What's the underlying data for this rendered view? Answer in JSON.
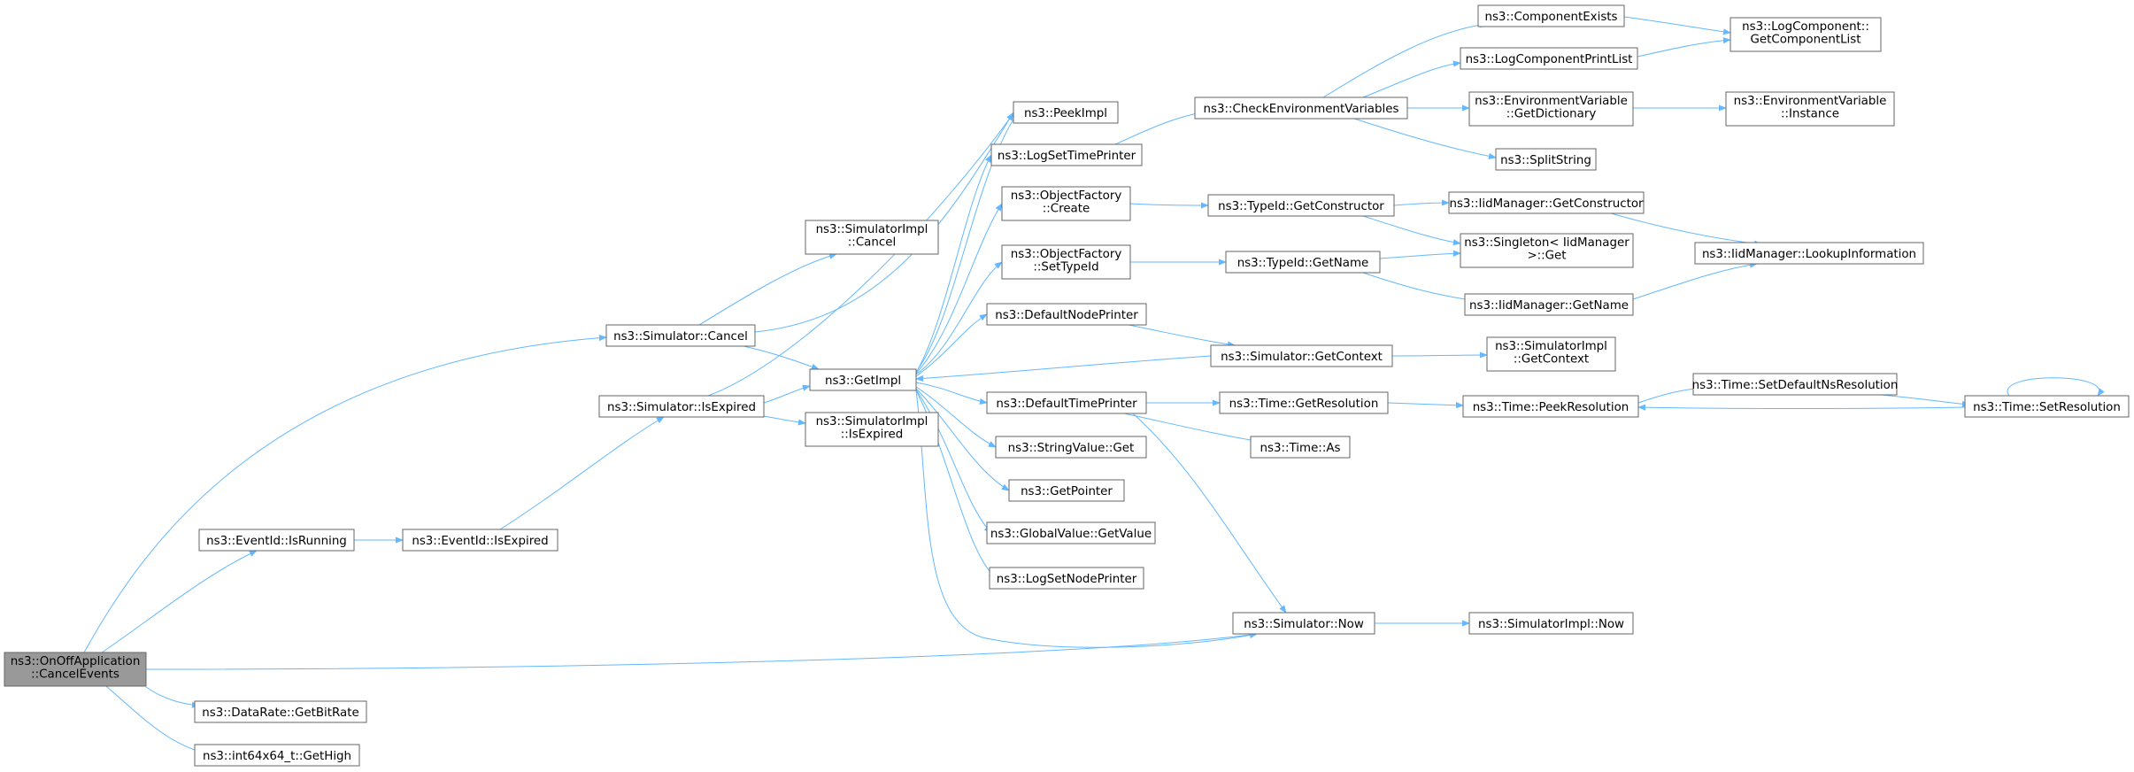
{
  "colors": {
    "node_fill": "#ffffff",
    "node_stroke": "#666666",
    "root_fill": "#999999",
    "root_stroke": "#666666",
    "edge": "#63b8ff"
  },
  "nodes": {
    "root": [
      "ns3::OnOffApplication",
      "::CancelEvents"
    ],
    "sim_cancel": [
      "ns3::Simulator::Cancel"
    ],
    "eventid_isrunning": [
      "ns3::EventId::IsRunning"
    ],
    "datarate_getbitrate": [
      "ns3::DataRate::GetBitRate"
    ],
    "int64x64_gethigh": [
      "ns3::int64x64_t::GetHigh"
    ],
    "sim_isexpired": [
      "ns3::Simulator::IsExpired"
    ],
    "eventid_isexpired": [
      "ns3::EventId::IsExpired"
    ],
    "simimpl_cancel": [
      "ns3::SimulatorImpl",
      "::Cancel"
    ],
    "getimpl": [
      "ns3::GetImpl"
    ],
    "simimpl_isexpired": [
      "ns3::SimulatorImpl",
      "::IsExpired"
    ],
    "peekimpl": [
      "ns3::PeekImpl"
    ],
    "logsettimeprinter": [
      "ns3::LogSetTimePrinter"
    ],
    "objfactory_create": [
      "ns3::ObjectFactory",
      "::Create"
    ],
    "objfactory_settypeid": [
      "ns3::ObjectFactory",
      "::SetTypeId"
    ],
    "defaultnodeprinter": [
      "ns3::DefaultNodePrinter"
    ],
    "defaulttimeprinter": [
      "ns3::DefaultTimePrinter"
    ],
    "stringvalue_get": [
      "ns3::StringValue::Get"
    ],
    "getpointer": [
      "ns3::GetPointer"
    ],
    "globalvalue_getvalue": [
      "ns3::GlobalValue::GetValue"
    ],
    "logsetnodeprinter": [
      "ns3::LogSetNodePrinter"
    ],
    "checkenv": [
      "ns3::CheckEnvironmentVariables"
    ],
    "typeid_getconstructor": [
      "ns3::TypeId::GetConstructor"
    ],
    "typeid_getname": [
      "ns3::TypeId::GetName"
    ],
    "sim_getcontext": [
      "ns3::Simulator::GetContext"
    ],
    "time_getresolution": [
      "ns3::Time::GetResolution"
    ],
    "time_as": [
      "ns3::Time::As"
    ],
    "sim_now": [
      "ns3::Simulator::Now"
    ],
    "componentexists": [
      "ns3::ComponentExists"
    ],
    "logcomponentprintlist": [
      "ns3::LogComponentPrintList"
    ],
    "envvar_getdict": [
      "ns3::EnvironmentVariable",
      "::GetDictionary"
    ],
    "splitstring": [
      "ns3::SplitString"
    ],
    "iidmgr_getconstructor": [
      "ns3::IidManager::GetConstructor"
    ],
    "singleton_get": [
      "ns3::Singleton< IidManager",
      ">::Get"
    ],
    "iidmgr_getname": [
      "ns3::IidManager::GetName"
    ],
    "simimpl_getcontext": [
      "ns3::SimulatorImpl",
      "::GetContext"
    ],
    "time_peekresolution": [
      "ns3::Time::PeekResolution"
    ],
    "simimpl_now": [
      "ns3::SimulatorImpl::Now"
    ],
    "logcomponent_getlist": [
      "ns3::LogComponent::",
      "GetComponentList"
    ],
    "envvar_instance": [
      "ns3::EnvironmentVariable",
      "::Instance"
    ],
    "iidmgr_lookupinfo": [
      "ns3::IidManager::LookupInformation"
    ],
    "time_setdefaultnsres": [
      "ns3::Time::SetDefaultNsResolution"
    ],
    "time_setresolution": [
      "ns3::Time::SetResolution"
    ]
  }
}
